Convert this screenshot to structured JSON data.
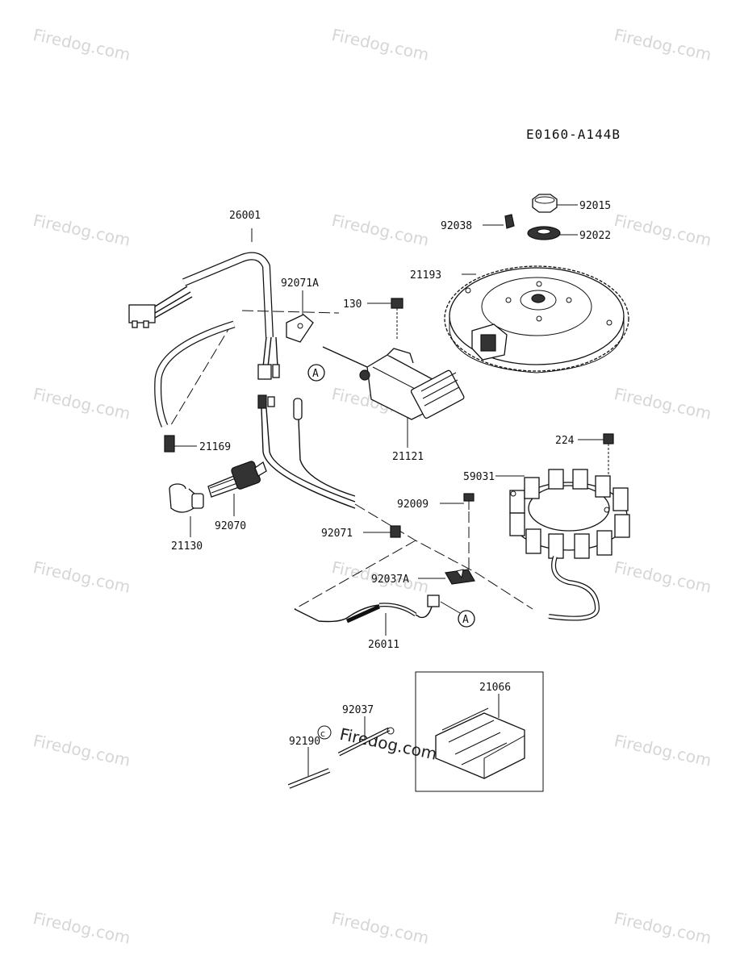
{
  "diagram_code": "E0160-A144B",
  "watermark": "Firedog.com",
  "callout_letter": "A",
  "parts": {
    "p26001": "26001",
    "p92071A": "92071A",
    "p130": "130",
    "p21193": "21193",
    "p92015": "92015",
    "p92038": "92038",
    "p92022": "92022",
    "p21121": "21121",
    "p21169": "21169",
    "p224": "224",
    "p59031": "59031",
    "p92009": "92009",
    "p21130": "21130",
    "p92070": "92070",
    "p92071": "92071",
    "p92037A": "92037A",
    "p26011": "26011",
    "p21066": "21066",
    "p92037": "92037",
    "p92190": "92190"
  }
}
